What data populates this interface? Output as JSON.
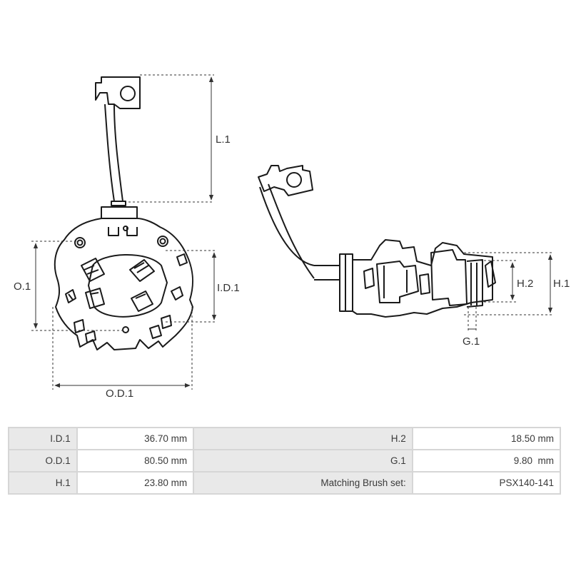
{
  "dimension_labels": {
    "l1": "L.1",
    "o1": "O.1",
    "id1": "I.D.1",
    "od1": "O.D.1",
    "h1": "H.1",
    "h2": "H.2",
    "g1": "G.1"
  },
  "specs": {
    "rows": [
      {
        "label_left": "I.D.1",
        "value_left": "36.70 mm",
        "label_right": "H.2",
        "value_right": "18.50 mm"
      },
      {
        "label_left": "O.D.1",
        "value_left": "80.50 mm",
        "label_right": "G.1",
        "value_right": "9.80  mm"
      },
      {
        "label_left": "H.1",
        "value_left": "23.80 mm",
        "label_right": "Matching Brush set:",
        "value_right": "PSX140-141"
      }
    ]
  },
  "colors": {
    "line": "#1a1a1a",
    "dimension": "#333333",
    "table_header_bg": "#e9e9e9",
    "table_border": "#d6d6d6"
  }
}
